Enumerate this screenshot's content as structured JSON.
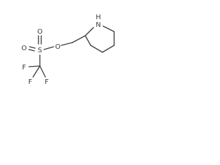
{
  "molecule": {
    "atoms": {
      "nitrogen": "N",
      "nitrogen_h": "H",
      "ester_oxygen": "O",
      "sulfur": "S",
      "oxygen_top": "O",
      "oxygen_left": "O",
      "fluorine_left": "F",
      "fluorine_bottom_left": "F",
      "fluorine_bottom": "F"
    }
  },
  "colors": {
    "bond": "#3a3a3a",
    "label": "#3a3a3a",
    "background": "#ffffff"
  }
}
